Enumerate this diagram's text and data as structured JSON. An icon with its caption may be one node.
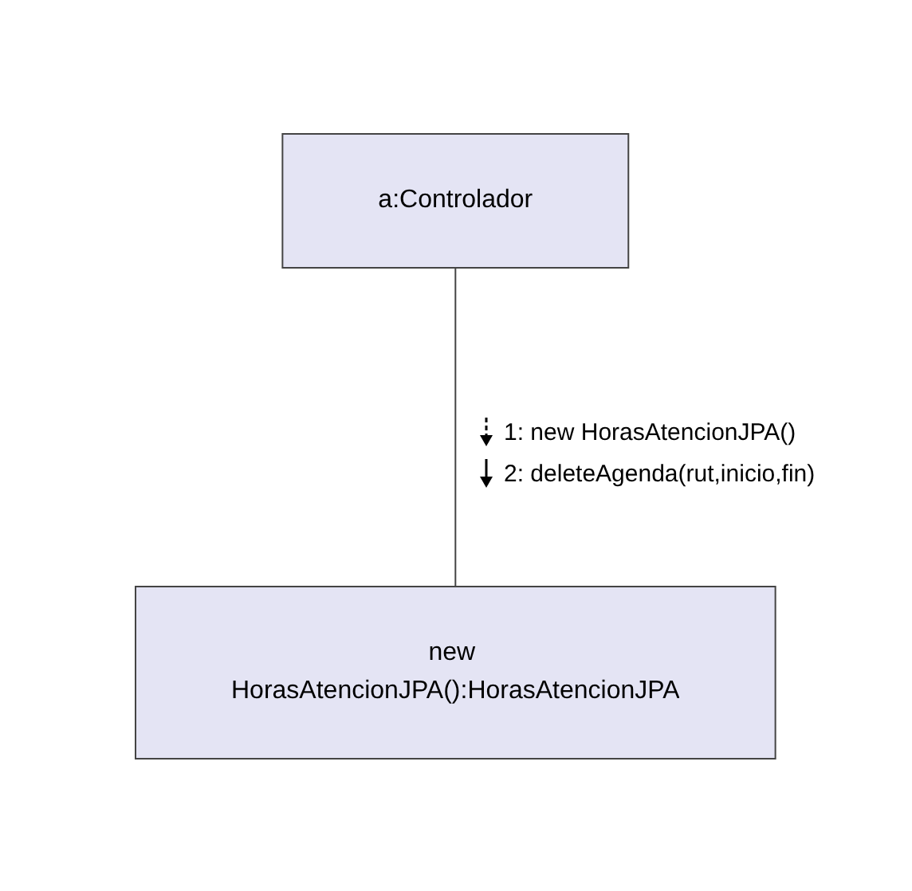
{
  "diagram": {
    "nodes": [
      {
        "text": [
          "a:Controlador"
        ]
      },
      {
        "text": [
          "new HorasAtencionJPA():HorasAtencionJPA"
        ]
      }
    ],
    "edges": [
      {
        "from": 0,
        "to": 1,
        "arrow": "none"
      }
    ],
    "labels": [
      "1: new HorasAtencionJPA()",
      "2: deleteAgenda(rut,inicio,fin)"
    ]
  }
}
